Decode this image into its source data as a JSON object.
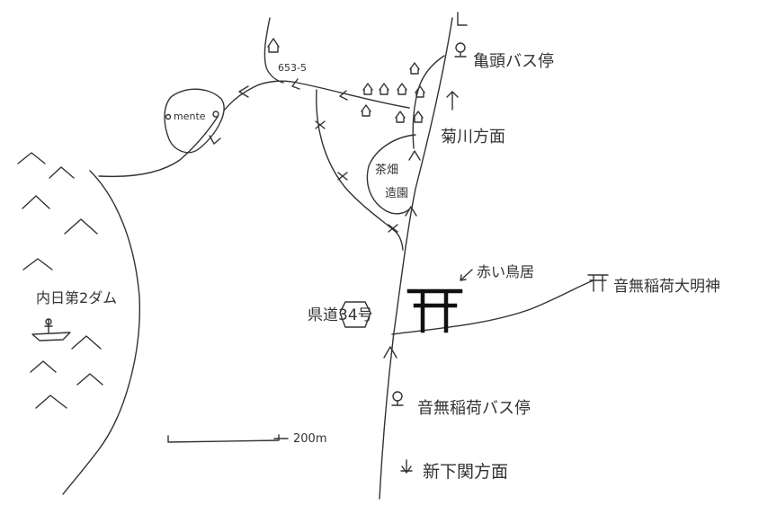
{
  "labels": {
    "bus_stop_top": "亀頭バス停",
    "kikukawa": "菊川方面",
    "road_number": "653-5",
    "cafe": "mente",
    "tea_field": "茶畑",
    "orchard": "造園",
    "torii_note": "赤い鳥居",
    "shrine": "音無稲荷大明神",
    "prefectural_road": "県道34号",
    "dam": "内日第2ダム",
    "bus_stop_bottom": "音無稲荷バス停",
    "shinshimonoseki": "新下関方面",
    "scale": "200m"
  },
  "colors": {
    "ink": "#333333",
    "torii": "#111111",
    "paper": "#ffffff"
  }
}
